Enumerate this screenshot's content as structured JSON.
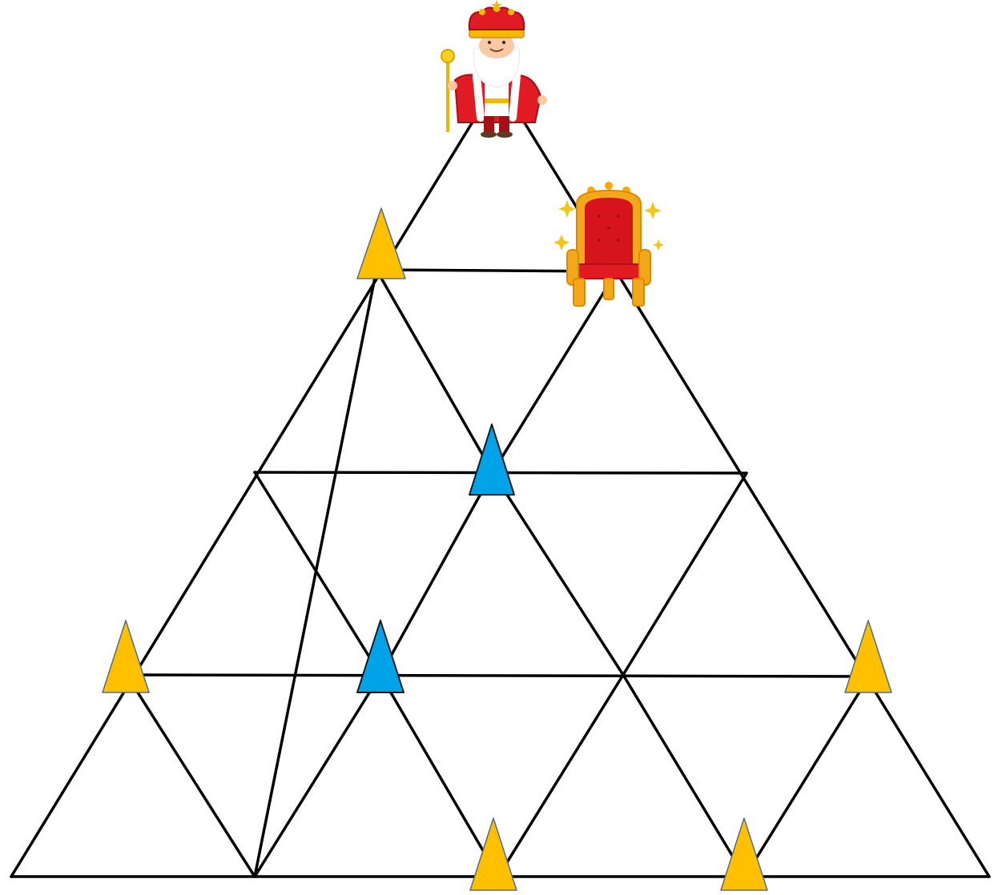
{
  "board": {
    "type": "triangular-grid",
    "rows": 4,
    "colors": {
      "line": "#000000",
      "yellow_marker": "#FFC000",
      "blue_marker": "#00A2E8",
      "background": "#FFFFFF"
    },
    "markers": [
      {
        "color": "yellow",
        "node": "row1-left"
      },
      {
        "color": "blue",
        "node": "row2-center"
      },
      {
        "color": "yellow",
        "node": "row3-left"
      },
      {
        "color": "blue",
        "node": "row3-inner-left"
      },
      {
        "color": "yellow",
        "node": "row3-right"
      },
      {
        "color": "yellow",
        "node": "row4-center"
      },
      {
        "color": "yellow",
        "node": "row4-inner-right"
      }
    ]
  },
  "pieces": {
    "king": {
      "icon": "king-icon",
      "position": "apex"
    },
    "throne": {
      "icon": "throne-icon",
      "position": "row1-right"
    }
  }
}
